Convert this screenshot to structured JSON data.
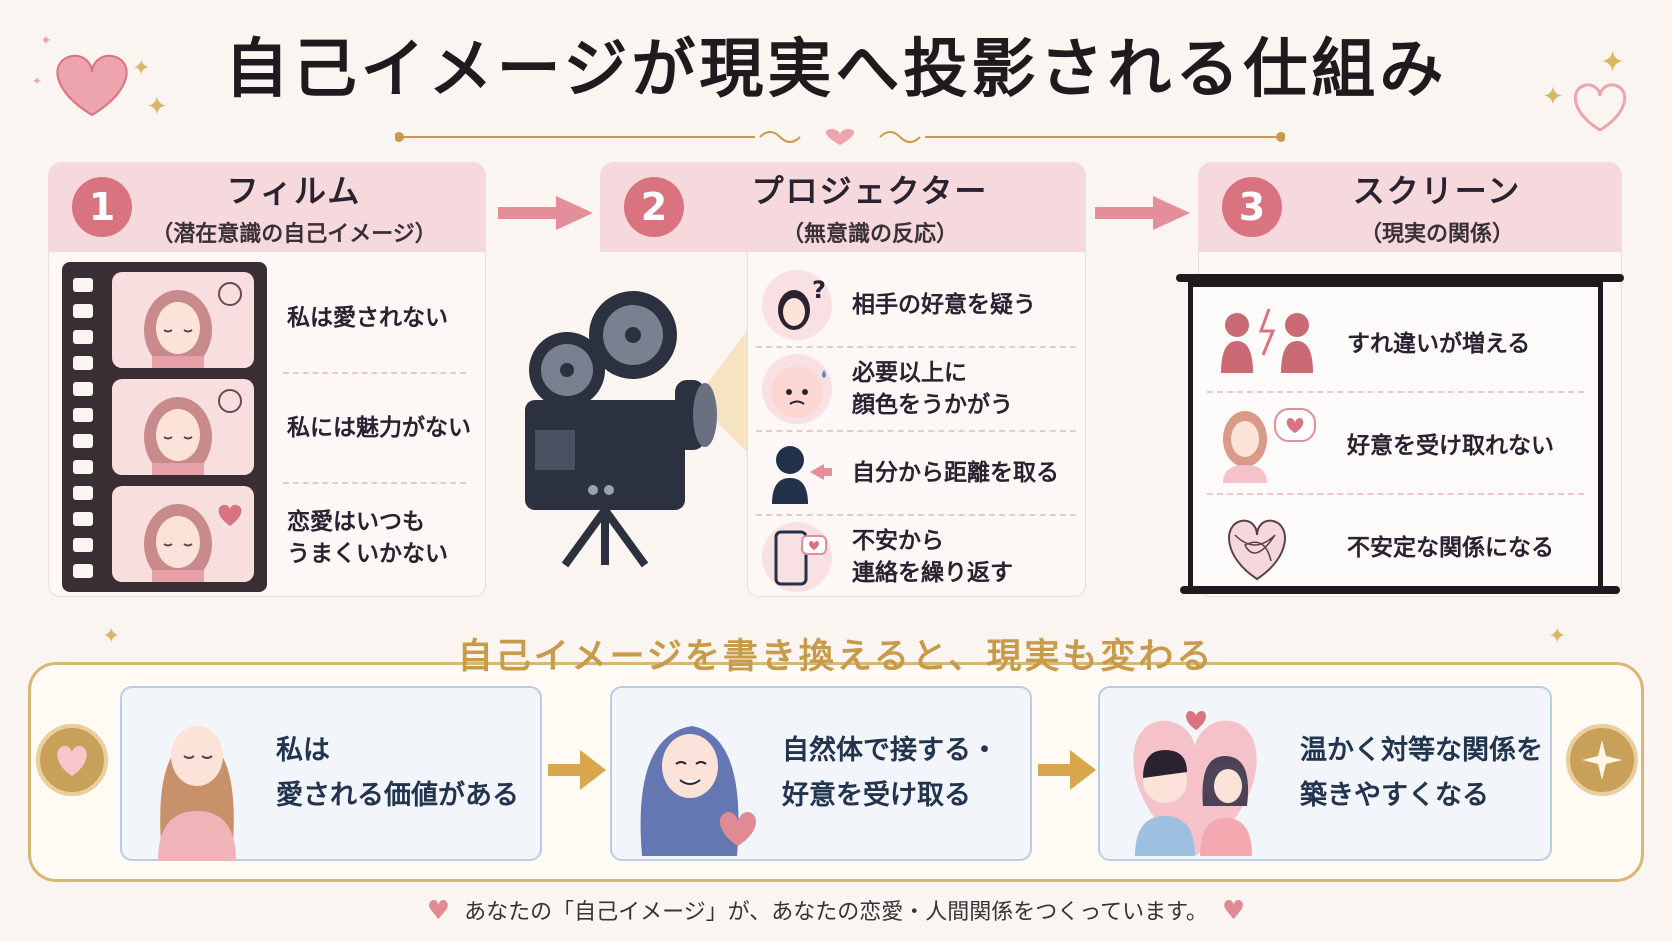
{
  "title": "自己イメージが現実へ投影される仕組み",
  "steps": [
    {
      "number": "1",
      "name": "フィルム",
      "sub": "（潜在意識の自己イメージ）"
    },
    {
      "number": "2",
      "name": "プロジェクター",
      "sub": "（無意識の反応）"
    },
    {
      "number": "3",
      "name": "スクリーン",
      "sub": "（現実の関係）"
    }
  ],
  "film_items": [
    "私は愛されない",
    "私には魅力がない",
    "恋愛はいつも\nうまくいかない"
  ],
  "projector_items": [
    "相手の好意を疑う",
    "必要以上に\n顔色をうかがう",
    "自分から距離を取る",
    "不安から\n連絡を繰り返す"
  ],
  "screen_items": [
    "すれ違いが増える",
    "好意を受け取れない",
    "不安定な関係になる"
  ],
  "bottom": {
    "title": "自己イメージを書き換えると、現実も変わる",
    "cards": [
      "私は\n愛される価値がある",
      "自然体で接する・\n好意を受け取る",
      "温かく対等な関係を\n築きやすくなる"
    ]
  },
  "footer": "あなたの「自己イメージ」が、あなたの恋愛・人間関係をつくっています。",
  "colors": {
    "accent_pink": "#d9737f",
    "header_pink": "#f6d9dc",
    "gold": "#c89b4a",
    "navy": "#23344f"
  },
  "icons": [
    "heart-icon",
    "sparkle-icon",
    "arrow-right-icon",
    "film-strip-icon",
    "projector-icon",
    "question-icon",
    "sweat-icon",
    "phone-icon",
    "lightning-icon",
    "tangled-heart-icon",
    "medal-heart-icon",
    "medal-star-icon"
  ]
}
